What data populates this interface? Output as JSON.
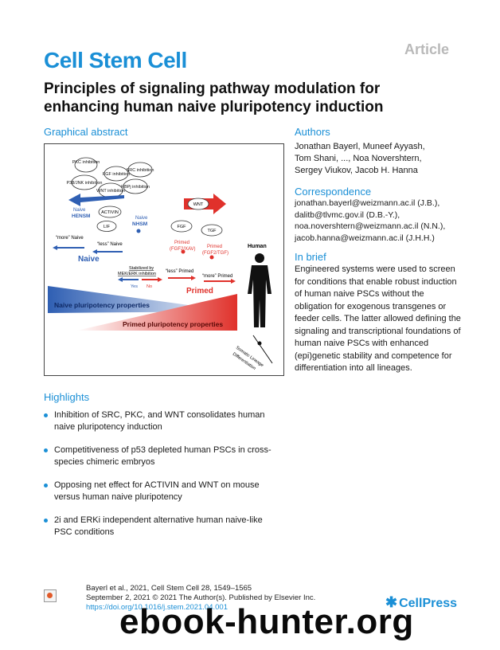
{
  "header": {
    "article_tag": "Article",
    "journal": "Cell Stem Cell"
  },
  "title": "Principles of signaling pathway modulation for enhancing human naive pluripotency induction",
  "graphical_abstract": {
    "heading": "Graphical abstract",
    "inhibitors": [
      "PKC inhibition",
      "FGF inhibition",
      "SRC inhibition",
      "P38/JNK inhibition",
      "WNT inhibition",
      "RBPj inhibition"
    ],
    "naive_hensm": [
      "Naive",
      "HENSM"
    ],
    "activin": "ACTIVIN",
    "lif": "LIF",
    "naive_nhsm": [
      "Naive",
      "NHSM"
    ],
    "wnt": "WNT",
    "fgf": "FGF",
    "tgf": "TGF",
    "primed_xav": [
      "Primed",
      "(FGF2/XAV)"
    ],
    "primed_tgf": [
      "Primed",
      "(FGF2/TGF)"
    ],
    "human": "Human",
    "more_naive": "“more” Naive",
    "less_naive": "“less” Naive",
    "naive_label": "Naive",
    "stabilized": [
      "Stabilized by",
      "MEK/ERK inhibition"
    ],
    "yes": "Yes",
    "no": "No",
    "less_primed": "“less” Primed",
    "more_primed": "“more” Primed",
    "primed_label": "Primed",
    "naive_props": "Naive pluripotency properties",
    "primed_props": "Primed pluripotency properties",
    "somatic": [
      "Somatic Lineage",
      "Differentiation"
    ],
    "colors": {
      "blue": "#2f5fb3",
      "red": "#e0312b"
    }
  },
  "authors": {
    "heading": "Authors",
    "lines": [
      "Jonathan Bayerl, Muneef Ayyash,",
      "Tom Shani, ..., Noa Novershtern,",
      "Sergey Viukov, Jacob H. Hanna"
    ]
  },
  "correspondence": {
    "heading": "Correspondence",
    "lines": [
      "jonathan.bayerl@weizmann.ac.il (J.B.),",
      "dalitb@tlvmc.gov.il (D.B.-Y.),",
      "noa.novershtern@weizmann.ac.il (N.N.),",
      "jacob.hanna@weizmann.ac.il (J.H.H.)"
    ]
  },
  "in_brief": {
    "heading": "In brief",
    "text": "Engineered systems were used to screen for conditions that enable robust induction of human naive PSCs without the obligation for exogenous transgenes or feeder cells. The latter allowed defining the signaling and transcriptional foundations of human naive PSCs with enhanced (epi)genetic stability and competence for differentiation into all lineages."
  },
  "highlights": {
    "heading": "Highlights",
    "items": [
      "Inhibition of SRC, PKC, and WNT consolidates human naive pluripotency induction",
      "Competitiveness of p53 depleted human PSCs in cross-species chimeric embryos",
      "Opposing net effect for ACTIVIN and WNT on mouse versus human naive pluripotency",
      "2i and ERKi independent alternative human naive-like PSC conditions"
    ]
  },
  "footer": {
    "citation": "Bayerl et al., 2021, Cell Stem Cell 28, 1549–1565",
    "date_license": "September 2, 2021 © 2021 The Author(s). Published by Elsevier Inc.",
    "doi": "https://doi.org/10.1016/j.stem.2021.04.001",
    "publisher": "CellPress",
    "publisher_icon": "cellpress-logo-icon",
    "open_access_icon": "open-access-icon"
  },
  "watermark": "ebook-hunter.org"
}
